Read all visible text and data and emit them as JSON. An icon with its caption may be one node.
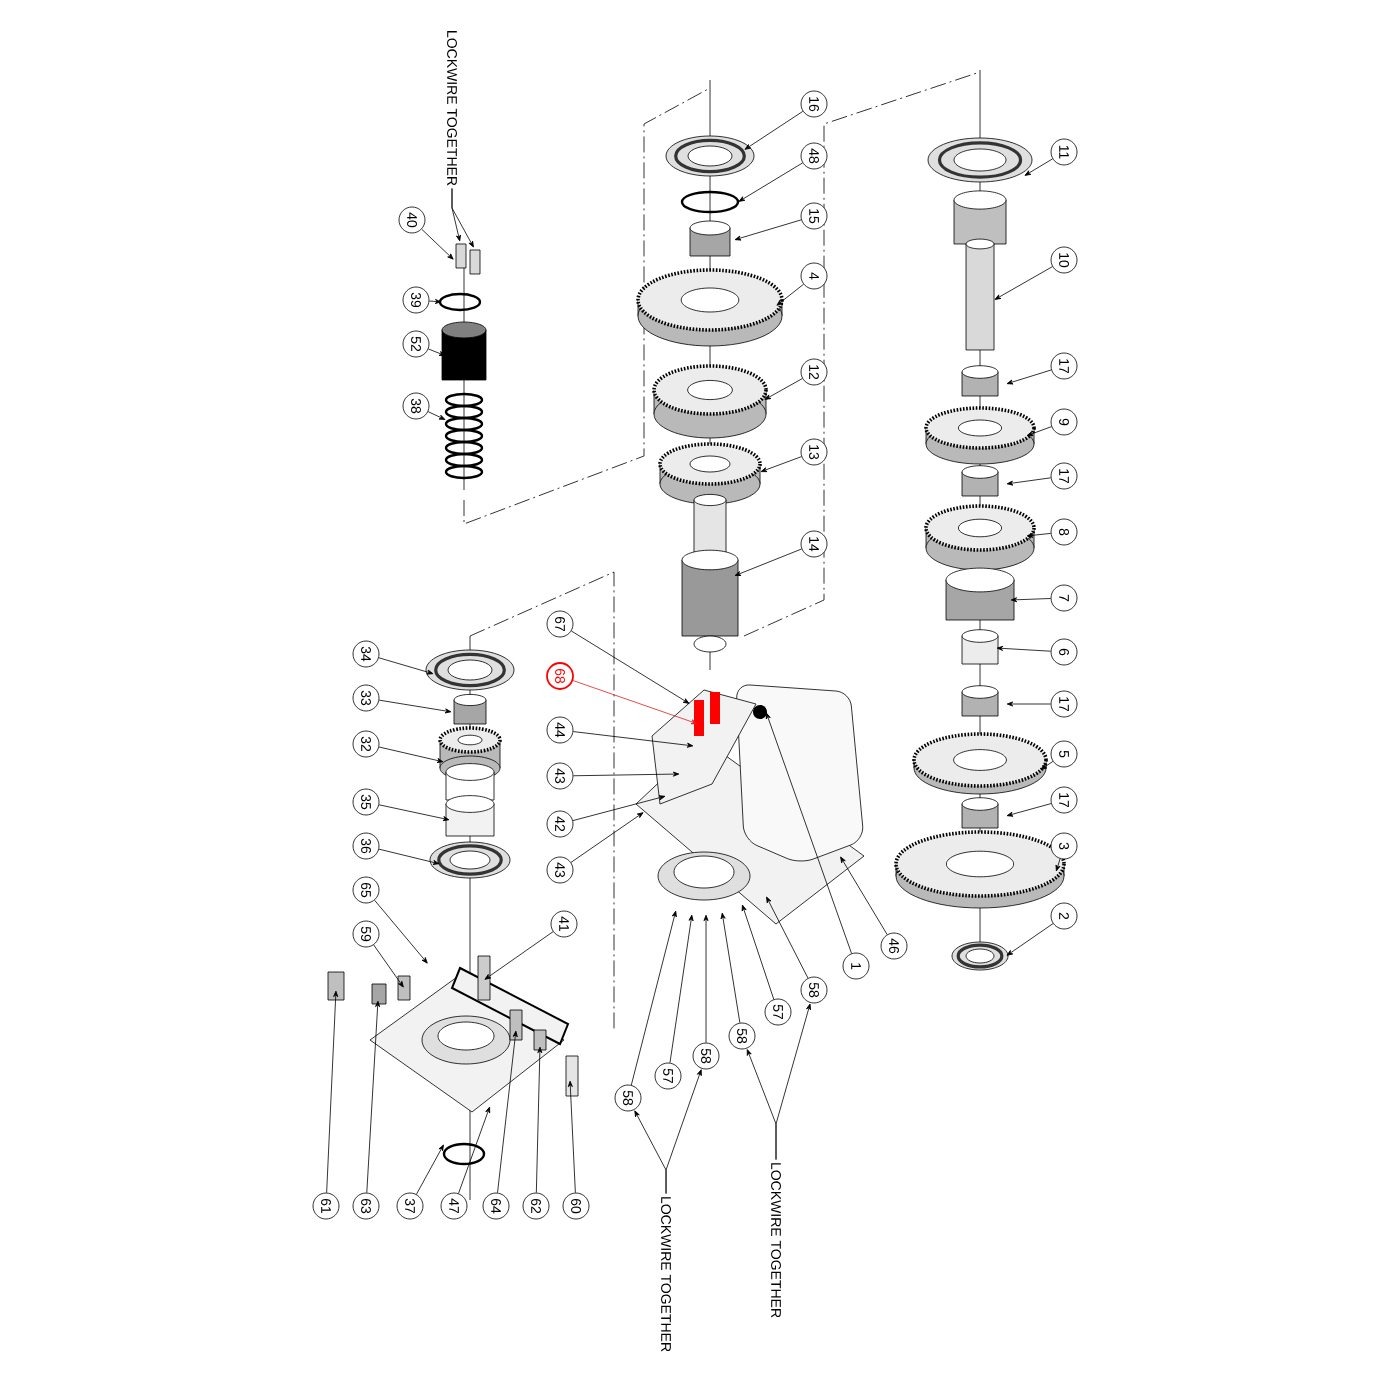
{
  "diagram": {
    "nodes": [
      {
        "text": [
          "LOCKWIRE TOGETHER"
        ]
      },
      {
        "text": [
          "40"
        ]
      },
      {
        "text": [
          "39"
        ]
      },
      {
        "text": [
          "52"
        ]
      },
      {
        "text": [
          "38"
        ]
      },
      {
        "text": [
          "16"
        ]
      },
      {
        "text": [
          "48"
        ]
      },
      {
        "text": [
          "15"
        ]
      },
      {
        "text": [
          "4"
        ]
      },
      {
        "text": [
          "12"
        ]
      },
      {
        "text": [
          "13"
        ]
      },
      {
        "text": [
          "14"
        ]
      },
      {
        "text": [
          "11"
        ]
      },
      {
        "text": [
          "10"
        ]
      },
      {
        "text": [
          "17"
        ]
      },
      {
        "text": [
          "9"
        ]
      },
      {
        "text": [
          "17"
        ]
      },
      {
        "text": [
          "8"
        ]
      },
      {
        "text": [
          "7"
        ]
      },
      {
        "text": [
          "6"
        ]
      },
      {
        "text": [
          "17"
        ]
      },
      {
        "text": [
          "5"
        ]
      },
      {
        "text": [
          "17"
        ]
      },
      {
        "text": [
          "3"
        ]
      },
      {
        "text": [
          "2"
        ]
      },
      {
        "text": [
          "34"
        ]
      },
      {
        "text": [
          "33"
        ]
      },
      {
        "text": [
          "32"
        ]
      },
      {
        "text": [
          "35"
        ]
      },
      {
        "text": [
          "36"
        ]
      },
      {
        "text": [
          "65"
        ]
      },
      {
        "text": [
          "59"
        ]
      },
      {
        "text": [
          "41"
        ]
      },
      {
        "text": [
          "67"
        ]
      },
      {
        "text": [
          "68"
        ]
      },
      {
        "text": [
          "44"
        ]
      },
      {
        "text": [
          "43"
        ]
      },
      {
        "text": [
          "42"
        ]
      },
      {
        "text": [
          "43"
        ]
      },
      {
        "text": [
          "46"
        ]
      },
      {
        "text": [
          "1"
        ]
      },
      {
        "text": [
          "58"
        ]
      },
      {
        "text": [
          "57"
        ]
      },
      {
        "text": [
          "58"
        ]
      },
      {
        "text": [
          "58"
        ]
      },
      {
        "text": [
          "57"
        ]
      },
      {
        "text": [
          "58"
        ]
      },
      {
        "text": [
          "61"
        ]
      },
      {
        "text": [
          "63"
        ]
      },
      {
        "text": [
          "37"
        ]
      },
      {
        "text": [
          "47"
        ]
      },
      {
        "text": [
          "64"
        ]
      },
      {
        "text": [
          "62"
        ]
      },
      {
        "text": [
          "60"
        ]
      },
      {
        "text": [
          "LOCKWIRE TOGETHER"
        ]
      },
      {
        "text": [
          "LOCKWIRE TOGETHER"
        ]
      }
    ],
    "edges": [
      {
        "from": 1,
        "to": null,
        "arrow": "to"
      },
      {
        "from": 2,
        "to": null,
        "arrow": "to"
      },
      {
        "from": 3,
        "to": null,
        "arrow": "to"
      },
      {
        "from": 4,
        "to": null,
        "arrow": "to"
      },
      {
        "from": 5,
        "to": null,
        "arrow": "to"
      },
      {
        "from": 6,
        "to": null,
        "arrow": "to"
      },
      {
        "from": 7,
        "to": null,
        "arrow": "to"
      },
      {
        "from": 8,
        "to": null,
        "arrow": "to"
      },
      {
        "from": 9,
        "to": null,
        "arrow": "to"
      },
      {
        "from": 10,
        "to": null,
        "arrow": "to"
      },
      {
        "from": 11,
        "to": null,
        "arrow": "to"
      },
      {
        "from": 12,
        "to": null,
        "arrow": "to"
      },
      {
        "from": 13,
        "to": null,
        "arrow": "to"
      },
      {
        "from": 14,
        "to": null,
        "arrow": "to"
      },
      {
        "from": 15,
        "to": null,
        "arrow": "to"
      },
      {
        "from": 16,
        "to": null,
        "arrow": "to"
      },
      {
        "from": 17,
        "to": null,
        "arrow": "to"
      },
      {
        "from": 18,
        "to": null,
        "arrow": "to"
      },
      {
        "from": 19,
        "to": null,
        "arrow": "to"
      },
      {
        "from": 20,
        "to": null,
        "arrow": "to"
      },
      {
        "from": 21,
        "to": null,
        "arrow": "to"
      },
      {
        "from": 22,
        "to": null,
        "arrow": "to"
      },
      {
        "from": 23,
        "to": null,
        "arrow": "to"
      },
      {
        "from": 24,
        "to": null,
        "arrow": "to"
      },
      {
        "from": 25,
        "to": null,
        "arrow": "to"
      },
      {
        "from": 26,
        "to": null,
        "arrow": "to"
      },
      {
        "from": 27,
        "to": null,
        "arrow": "to"
      },
      {
        "from": 28,
        "to": null,
        "arrow": "to"
      },
      {
        "from": 29,
        "to": null,
        "arrow": "to"
      },
      {
        "from": 30,
        "to": null,
        "arrow": "to"
      },
      {
        "from": 31,
        "to": null,
        "arrow": "to"
      },
      {
        "from": 32,
        "to": null,
        "arrow": "to"
      },
      {
        "from": 33,
        "to": null,
        "arrow": "to"
      },
      {
        "from": 34,
        "to": null,
        "arrow": "to",
        "color": "#e0201c"
      },
      {
        "from": 35,
        "to": null,
        "arrow": "to"
      },
      {
        "from": 36,
        "to": null,
        "arrow": "to"
      },
      {
        "from": 37,
        "to": null,
        "arrow": "to"
      },
      {
        "from": 38,
        "to": null,
        "arrow": "to"
      },
      {
        "from": 39,
        "to": null,
        "arrow": "to"
      },
      {
        "from": 40,
        "to": null,
        "arrow": "to"
      },
      {
        "from": 41,
        "to": null,
        "arrow": "to"
      },
      {
        "from": 42,
        "to": null,
        "arrow": "to"
      },
      {
        "from": 43,
        "to": null,
        "arrow": "to"
      },
      {
        "from": 44,
        "to": null,
        "arrow": "to"
      },
      {
        "from": 45,
        "to": null,
        "arrow": "to"
      },
      {
        "from": 46,
        "to": null,
        "arrow": "to"
      },
      {
        "from": 47,
        "to": null,
        "arrow": "to"
      },
      {
        "from": 48,
        "to": null,
        "arrow": "to"
      },
      {
        "from": 49,
        "to": null,
        "arrow": "to"
      },
      {
        "from": 50,
        "to": null,
        "arrow": "to"
      },
      {
        "from": 51,
        "to": null,
        "arrow": "to"
      },
      {
        "from": 52,
        "to": null,
        "arrow": "to"
      },
      {
        "from": 53,
        "to": null,
        "arrow": "to"
      },
      {
        "from": 0,
        "to": null,
        "arrow": "to"
      },
      {
        "from": 0,
        "to": null,
        "arrow": "to"
      },
      {
        "from": 54,
        "to": 46,
        "arrow": "to"
      },
      {
        "from": 54,
        "to": 44,
        "arrow": "to"
      },
      {
        "from": 55,
        "to": 43,
        "arrow": "to"
      },
      {
        "from": 55,
        "to": 41,
        "arrow": "to"
      }
    ]
  }
}
